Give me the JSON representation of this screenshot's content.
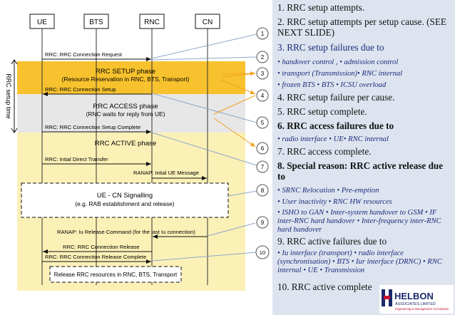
{
  "diagram": {
    "entities": [
      "UE",
      "BTS",
      "RNC",
      "CN"
    ],
    "side_label": "RRC setup time",
    "phases": [
      {
        "id": "setup",
        "title": "RRC SETUP phase",
        "subtitle": "(Resource Reservation in RNC, BTS, Transport)",
        "color": "#f7c22e"
      },
      {
        "id": "access",
        "title": "RRC ACCESS phase",
        "subtitle": "(RNC waits for reply from UE)",
        "color": "#e7e7e7"
      },
      {
        "id": "active",
        "title": "RRC ACTIVE phase",
        "subtitle": "",
        "color": "#fbf1b7"
      }
    ],
    "messages": [
      "RRC: RRC Connection Request",
      "RRC: RRC Connection Setup",
      "RRC: RRC Connection Setup Complete",
      "RRC: Intial Direct Transfer",
      "RANAP: Intial UE Message",
      "RANAP: Iu Release Command (for the last Iu connection)",
      "RRC: RRC Connection Release",
      "RRC: RRC Connection Release Complete"
    ],
    "signalling_box": {
      "title": "UE - CN Signalling",
      "subtitle": "(e.g. RAB establishment and release)"
    },
    "release_box": "Release RRC resources in RNC, BTS, Transport",
    "markers": [
      "1",
      "2",
      "3",
      "4",
      "5",
      "6",
      "7",
      "8",
      "9",
      "10"
    ],
    "colors": {
      "connector_blue": "#8fa8c8",
      "connector_orange": "#f0a020",
      "marker_border": "#555555"
    }
  },
  "list": {
    "items": [
      {
        "id": "i1",
        "text": "1. RRC setup attempts.",
        "style": "l"
      },
      {
        "id": "i2",
        "text": "2. RRC setup attempts per setup cause. (SEE NEXT SLIDE)",
        "style": "l"
      },
      {
        "id": "i3",
        "text": "3. RRC setup failures due to",
        "style": "l blue"
      },
      {
        "id": "i3a",
        "text": "• handover control , • admission control",
        "style": "s"
      },
      {
        "id": "i3b",
        "text": "• transport (Transmission)• RNC internal",
        "style": "s"
      },
      {
        "id": "i3c",
        "text": "• frozen BTS • BTS • ICSU overload",
        "style": "s"
      },
      {
        "id": "i4",
        "text": "4. RRC setup failure per cause.",
        "style": "l"
      },
      {
        "id": "i5",
        "text": "5. RRC setup complete.",
        "style": "l"
      },
      {
        "id": "i6",
        "text": "6. RRC access failures due to",
        "style": "l b"
      },
      {
        "id": "i6a",
        "text": "• radio interface • UE• RNC internal",
        "style": "s"
      },
      {
        "id": "i7",
        "text": "7. RRC access complete.",
        "style": "l"
      },
      {
        "id": "i8",
        "text": "8. Special reason: RRC active release due to",
        "style": "l b"
      },
      {
        "id": "i8a",
        "text": "• SRNC Relocation • Pre-emption",
        "style": "s"
      },
      {
        "id": "i8b",
        "text": "• User inactivity • RNC HW resources",
        "style": "s"
      },
      {
        "id": "i8c",
        "text": "• ISHO to GAN • Inter-system handover to GSM • IF inter-RNC hard handover • Inter-frequency inter-RNC hard handover",
        "style": "s"
      },
      {
        "id": "i9",
        "text": "9. RRC active failures due to",
        "style": "l"
      },
      {
        "id": "i9a",
        "text": "• Iu interface (transport) • radio interface (synchronisation) • BTS • Iur interface (DRNC) • RNC internal • UE • Transmission",
        "style": "s"
      },
      {
        "id": "i10",
        "text": "10. RRC active complete",
        "style": "l"
      }
    ]
  },
  "logo": {
    "name": "HELBON",
    "sub": "ASSOCIATES LIMITED",
    "tagline": "Engineering & Management Consultants",
    "colors": {
      "red": "#c8102e",
      "navy": "#1a2a6c"
    }
  }
}
